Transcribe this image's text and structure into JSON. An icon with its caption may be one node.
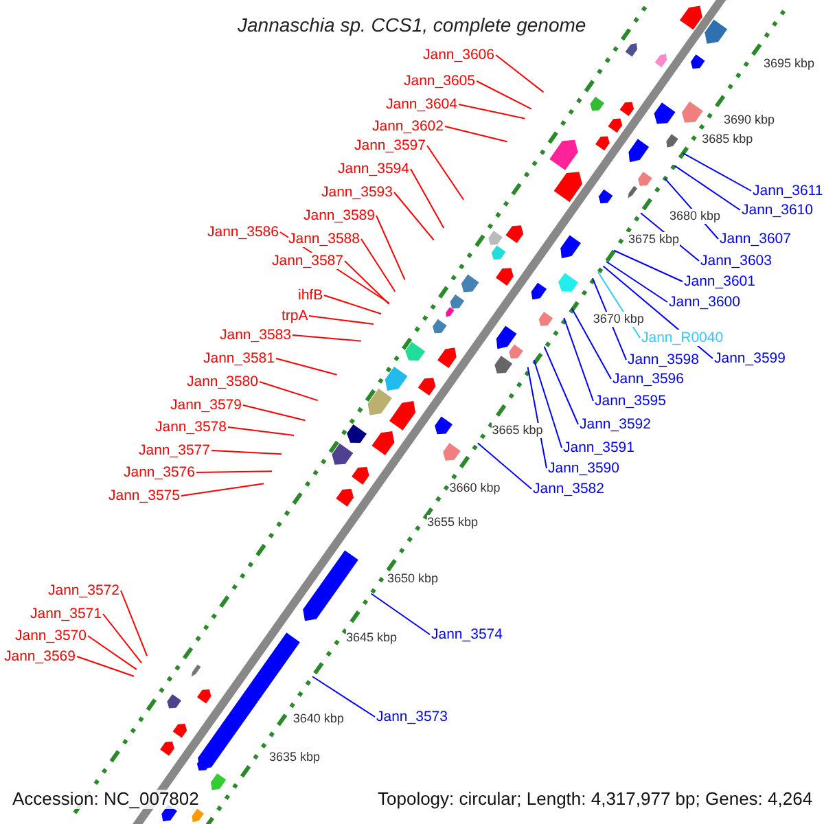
{
  "diagram": {
    "title": "Jannaschia sp. CCS1, complete genome",
    "nodes": [
      {
        "text": [
          "Jann_3606"
        ]
      },
      {
        "text": [
          "Jann_3605"
        ]
      },
      {
        "text": [
          "Jann_3604"
        ]
      },
      {
        "text": [
          "Jann_3602"
        ]
      },
      {
        "text": [
          "Jann_3597"
        ]
      },
      {
        "text": [
          "Jann_3594"
        ]
      },
      {
        "text": [
          "Jann_3593"
        ]
      },
      {
        "text": [
          "Jann_3589"
        ]
      },
      {
        "text": [
          "Jann_3586"
        ]
      },
      {
        "text": [
          "Jann_3588"
        ]
      },
      {
        "text": [
          "Jann_3587"
        ]
      },
      {
        "text": [
          "ihfB"
        ]
      },
      {
        "text": [
          "trpA"
        ]
      },
      {
        "text": [
          "Jann_3583"
        ]
      },
      {
        "text": [
          "Jann_3581"
        ]
      },
      {
        "text": [
          "Jann_3580"
        ]
      },
      {
        "text": [
          "Jann_3579"
        ]
      },
      {
        "text": [
          "Jann_3578"
        ]
      },
      {
        "text": [
          "Jann_3577"
        ]
      },
      {
        "text": [
          "Jann_3576"
        ]
      },
      {
        "text": [
          "Jann_3575"
        ]
      },
      {
        "text": [
          "Jann_3572"
        ]
      },
      {
        "text": [
          "Jann_3571"
        ]
      },
      {
        "text": [
          "Jann_3570"
        ]
      },
      {
        "text": [
          "Jann_3569"
        ]
      },
      {
        "text": [
          "Jann_3611"
        ]
      },
      {
        "text": [
          "Jann_3610"
        ]
      },
      {
        "text": [
          "Jann_3607"
        ]
      },
      {
        "text": [
          "Jann_3603"
        ]
      },
      {
        "text": [
          "Jann_3601"
        ]
      },
      {
        "text": [
          "Jann_3600"
        ]
      },
      {
        "text": [
          "Jann_R0040"
        ]
      },
      {
        "text": [
          "Jann_3599"
        ]
      },
      {
        "text": [
          "Jann_3598"
        ]
      },
      {
        "text": [
          "Jann_3596"
        ]
      },
      {
        "text": [
          "Jann_3595"
        ]
      },
      {
        "text": [
          "Jann_3592"
        ]
      },
      {
        "text": [
          "Jann_3591"
        ]
      },
      {
        "text": [
          "Jann_3590"
        ]
      },
      {
        "text": [
          "Jann_3582"
        ]
      },
      {
        "text": [
          "Jann_3574"
        ]
      },
      {
        "text": [
          "Jann_3573"
        ]
      }
    ],
    "edges": [
      {
        "from": 0,
        "to": null,
        "arrow": "none"
      },
      {
        "from": 1,
        "to": null,
        "arrow": "none"
      },
      {
        "from": 2,
        "to": null,
        "arrow": "none"
      },
      {
        "from": 3,
        "to": null,
        "arrow": "none"
      },
      {
        "from": 4,
        "to": null,
        "arrow": "none"
      },
      {
        "from": 5,
        "to": null,
        "arrow": "none"
      },
      {
        "from": 6,
        "to": null,
        "arrow": "none"
      },
      {
        "from": 7,
        "to": null,
        "arrow": "none"
      },
      {
        "from": 8,
        "to": null,
        "arrow": "none"
      },
      {
        "from": 9,
        "to": null,
        "arrow": "none"
      },
      {
        "from": 10,
        "to": null,
        "arrow": "none"
      },
      {
        "from": 11,
        "to": null,
        "arrow": "none"
      },
      {
        "from": 12,
        "to": null,
        "arrow": "none"
      },
      {
        "from": 13,
        "to": null,
        "arrow": "none"
      },
      {
        "from": 14,
        "to": null,
        "arrow": "none"
      },
      {
        "from": 15,
        "to": null,
        "arrow": "none"
      },
      {
        "from": 16,
        "to": null,
        "arrow": "none"
      },
      {
        "from": 17,
        "to": null,
        "arrow": "none"
      },
      {
        "from": 18,
        "to": null,
        "arrow": "none"
      },
      {
        "from": 19,
        "to": null,
        "arrow": "none"
      },
      {
        "from": 20,
        "to": null,
        "arrow": "none"
      },
      {
        "from": 21,
        "to": null,
        "arrow": "none"
      },
      {
        "from": 22,
        "to": null,
        "arrow": "none"
      },
      {
        "from": 23,
        "to": null,
        "arrow": "none"
      },
      {
        "from": 24,
        "to": null,
        "arrow": "none"
      },
      {
        "from": 25,
        "to": null,
        "arrow": "none",
        "color": "#0000ff"
      },
      {
        "from": 26,
        "to": null,
        "arrow": "none",
        "color": "#0000ff"
      },
      {
        "from": 27,
        "to": null,
        "arrow": "none",
        "color": "#0000ff"
      },
      {
        "from": 28,
        "to": null,
        "arrow": "none",
        "color": "#0000ff"
      },
      {
        "from": 29,
        "to": null,
        "arrow": "none",
        "color": "#0000ff"
      },
      {
        "from": 30,
        "to": null,
        "arrow": "none",
        "color": "#0000ff"
      },
      {
        "from": 31,
        "to": null,
        "arrow": "none",
        "color": "#33ccff"
      },
      {
        "from": 32,
        "to": null,
        "arrow": "none",
        "color": "#0000ff"
      },
      {
        "from": 33,
        "to": null,
        "arrow": "none",
        "color": "#0000ff"
      },
      {
        "from": 34,
        "to": null,
        "arrow": "none",
        "color": "#0000ff"
      },
      {
        "from": 35,
        "to": null,
        "arrow": "none",
        "color": "#0000ff"
      },
      {
        "from": 36,
        "to": null,
        "arrow": "none",
        "color": "#0000ff"
      },
      {
        "from": 37,
        "to": null,
        "arrow": "none",
        "color": "#0000ff"
      },
      {
        "from": 38,
        "to": null,
        "arrow": "none",
        "color": "#0000ff"
      },
      {
        "from": 39,
        "to": null,
        "arrow": "none",
        "color": "#0000ff"
      },
      {
        "from": 40,
        "to": null,
        "arrow": "none",
        "color": "#0000ff"
      },
      {
        "from": 41,
        "to": null,
        "arrow": "none",
        "color": "#0000ff"
      }
    ],
    "labels": [
      "3695 kbp",
      "3690 kbp",
      "3685 kbp",
      "3680 kbp",
      "3675 kbp",
      "3670 kbp",
      "3665 kbp",
      "3660 kbp",
      "3655 kbp",
      "3650 kbp",
      "3645 kbp",
      "3640 kbp",
      "3635 kbp",
      "Accession: NC_007802",
      "Topology: circular; Length: 4,317,977 bp; Genes: 4,264"
    ]
  }
}
